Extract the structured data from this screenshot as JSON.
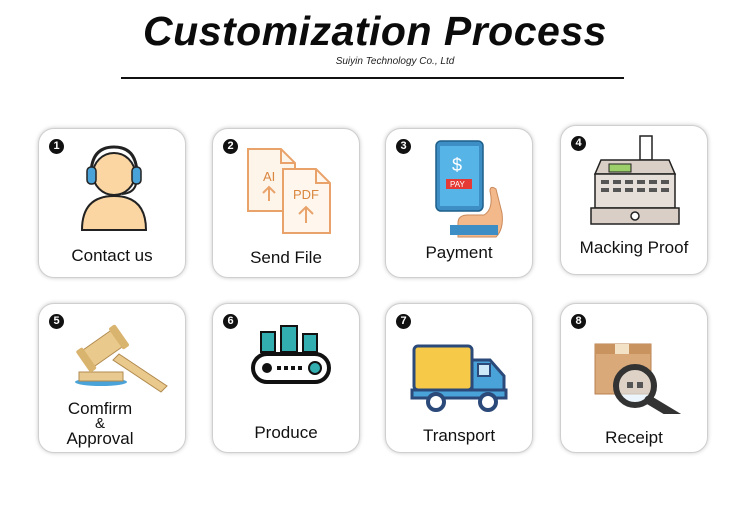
{
  "header": {
    "title": "Customization Process",
    "subtitle": "Suiyin Technology Co., Ltd"
  },
  "steps": [
    {
      "number": "1",
      "label": "Contact us",
      "icon": "headset-person-icon"
    },
    {
      "number": "2",
      "label": "Send File",
      "icon": "ai-pdf-files-icon",
      "file_tags": [
        "AI",
        "PDF"
      ]
    },
    {
      "number": "3",
      "label": "Payment",
      "icon": "mobile-payment-icon",
      "phone_text": [
        "$",
        "PAY"
      ]
    },
    {
      "number": "4",
      "label": "Macking Proof",
      "icon": "proof-machine-icon"
    },
    {
      "number": "5",
      "label_lines": [
        "Comfirm",
        "&",
        "Approval"
      ],
      "icon": "gavel-icon"
    },
    {
      "number": "6",
      "label": "Produce",
      "icon": "production-conveyor-icon"
    },
    {
      "number": "7",
      "label": "Transport",
      "icon": "delivery-truck-icon"
    },
    {
      "number": "8",
      "label": "Receipt",
      "icon": "package-magnifier-icon"
    }
  ],
  "colors": {
    "accent_blue": "#4aa3d8",
    "accent_yellow": "#f7c948",
    "skin": "#fbd6a3",
    "file_orange": "#e9a36a"
  }
}
